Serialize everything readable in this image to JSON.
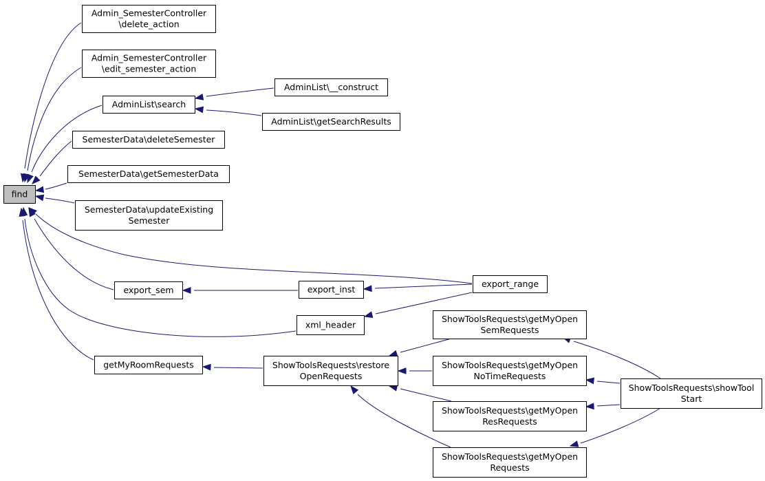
{
  "graph": {
    "colors": {
      "edge": "#191970",
      "root_fill": "#bfbfbf",
      "node_fill": "#ffffff",
      "node_border": "#000000"
    },
    "nodes": [
      {
        "id": "find",
        "lines": [
          "find"
        ]
      },
      {
        "id": "sc_delete",
        "lines": [
          "Admin_SemesterController",
          "\\delete_action"
        ]
      },
      {
        "id": "sc_edit",
        "lines": [
          "Admin_SemesterController",
          "\\edit_semester_action"
        ]
      },
      {
        "id": "al_search",
        "lines": [
          "AdminList\\search"
        ]
      },
      {
        "id": "al_construct",
        "lines": [
          "AdminList\\__construct"
        ]
      },
      {
        "id": "al_results",
        "lines": [
          "AdminList\\getSearchResults"
        ]
      },
      {
        "id": "sd_delete",
        "lines": [
          "SemesterData\\deleteSemester"
        ]
      },
      {
        "id": "sd_get",
        "lines": [
          "SemesterData\\getSemesterData"
        ]
      },
      {
        "id": "sd_update",
        "lines": [
          "SemesterData\\updateExisting",
          "Semester"
        ]
      },
      {
        "id": "export_sem",
        "lines": [
          "export_sem"
        ]
      },
      {
        "id": "export_inst",
        "lines": [
          "export_inst"
        ]
      },
      {
        "id": "export_range",
        "lines": [
          "export_range"
        ]
      },
      {
        "id": "xml_header",
        "lines": [
          "xml_header"
        ]
      },
      {
        "id": "room_req",
        "lines": [
          "getMyRoomRequests"
        ]
      },
      {
        "id": "str_restore",
        "lines": [
          "ShowToolsRequests\\restore",
          "OpenRequests"
        ]
      },
      {
        "id": "str_sem",
        "lines": [
          "ShowToolsRequests\\getMyOpen",
          "SemRequests"
        ]
      },
      {
        "id": "str_notime",
        "lines": [
          "ShowToolsRequests\\getMyOpen",
          "NoTimeRequests"
        ]
      },
      {
        "id": "str_res",
        "lines": [
          "ShowToolsRequests\\getMyOpen",
          "ResRequests"
        ]
      },
      {
        "id": "str_req",
        "lines": [
          "ShowToolsRequests\\getMyOpen",
          "Requests"
        ]
      },
      {
        "id": "str_start",
        "lines": [
          "ShowToolsRequests\\showTool",
          "Start"
        ]
      }
    ],
    "edges": [
      {
        "from": "sc_delete",
        "to": "find"
      },
      {
        "from": "sc_edit",
        "to": "find"
      },
      {
        "from": "al_search",
        "to": "find"
      },
      {
        "from": "sd_delete",
        "to": "find"
      },
      {
        "from": "sd_get",
        "to": "find"
      },
      {
        "from": "sd_update",
        "to": "find"
      },
      {
        "from": "export_range",
        "to": "find"
      },
      {
        "from": "export_sem",
        "to": "find"
      },
      {
        "from": "xml_header",
        "to": "find"
      },
      {
        "from": "room_req",
        "to": "find"
      },
      {
        "from": "al_construct",
        "to": "al_search"
      },
      {
        "from": "al_results",
        "to": "al_search"
      },
      {
        "from": "export_inst",
        "to": "export_sem"
      },
      {
        "from": "export_range",
        "to": "export_inst"
      },
      {
        "from": "export_range",
        "to": "xml_header"
      },
      {
        "from": "str_restore",
        "to": "room_req"
      },
      {
        "from": "str_sem",
        "to": "str_restore"
      },
      {
        "from": "str_notime",
        "to": "str_restore"
      },
      {
        "from": "str_res",
        "to": "str_restore"
      },
      {
        "from": "str_req",
        "to": "str_restore"
      },
      {
        "from": "str_start",
        "to": "str_sem"
      },
      {
        "from": "str_start",
        "to": "str_notime"
      },
      {
        "from": "str_start",
        "to": "str_res"
      },
      {
        "from": "str_start",
        "to": "str_req"
      }
    ]
  }
}
